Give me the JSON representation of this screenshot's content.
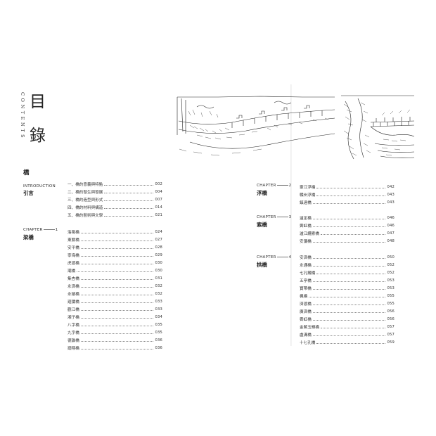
{
  "header": {
    "title_chars": [
      "目",
      "錄"
    ],
    "contents_word": "CONTENTS",
    "book_title": "橋"
  },
  "left": {
    "intro": {
      "label": "INTRODUCTION",
      "title": "引言",
      "entries": [
        {
          "title": "一、橋的意義與特點",
          "page": "002"
        },
        {
          "title": "二、橋的發生與發展",
          "page": "004"
        },
        {
          "title": "三、橋的造型與形式",
          "page": "007"
        },
        {
          "title": "四、橋的材料與構造",
          "page": "014"
        },
        {
          "title": "五、橋的藝術與文學",
          "page": "021"
        }
      ]
    },
    "chapter1": {
      "label_prefix": "CHAPTER",
      "label_num": "1",
      "title": "梁橋",
      "entries": [
        {
          "title": "洛陽橋",
          "page": "024"
        },
        {
          "title": "東關橋",
          "page": "027"
        },
        {
          "title": "安平橋",
          "page": "028"
        },
        {
          "title": "寧海橋",
          "page": "029"
        },
        {
          "title": "虎渡橋",
          "page": "030"
        },
        {
          "title": "灞橋",
          "page": "030"
        },
        {
          "title": "集杏橋",
          "page": "031"
        },
        {
          "title": "永濟橋",
          "page": "032"
        },
        {
          "title": "永鎮橋",
          "page": "032"
        },
        {
          "title": "廻瀾橋",
          "page": "033"
        },
        {
          "title": "觀江橋",
          "page": "033"
        },
        {
          "title": "湘子橋",
          "page": "034"
        },
        {
          "title": "八字橋",
          "page": "035"
        },
        {
          "title": "九字橋",
          "page": "035"
        },
        {
          "title": "德瀛橋",
          "page": "036"
        },
        {
          "title": "廻翔橋",
          "page": "036"
        }
      ]
    }
  },
  "right": {
    "chapter2": {
      "label_prefix": "CHAPTER",
      "label_num": "2",
      "title": "浮橋",
      "entries": [
        {
          "title": "靈江浮橋",
          "page": "042"
        },
        {
          "title": "贛州浮橋",
          "page": "043"
        },
        {
          "title": "鎮遠橋",
          "page": "043"
        }
      ]
    },
    "chapter3": {
      "label_prefix": "CHAPTER",
      "label_num": "3",
      "title": "索橋",
      "entries": [
        {
          "title": "瀘定橋",
          "page": "046"
        },
        {
          "title": "霽虹橋",
          "page": "046"
        },
        {
          "title": "瀘江纜索橋",
          "page": "047"
        },
        {
          "title": "安瀾橋",
          "page": "048"
        }
      ]
    },
    "chapter4": {
      "label_prefix": "CHAPTER",
      "label_num": "4",
      "title": "拱橋",
      "entries": [
        {
          "title": "安濟橋",
          "page": "050"
        },
        {
          "title": "永通橋",
          "page": "052"
        },
        {
          "title": "七孔鐵橋",
          "page": "052"
        },
        {
          "title": "五亭橋",
          "page": "053"
        },
        {
          "title": "寶帶橋",
          "page": "053"
        },
        {
          "title": "楓橋",
          "page": "055"
        },
        {
          "title": "濟渡橋",
          "page": "055"
        },
        {
          "title": "廣濟橋",
          "page": "056"
        },
        {
          "title": "霽虹橋",
          "page": "056"
        },
        {
          "title": "金鰲玉蝀橋",
          "page": "057"
        },
        {
          "title": "盧溝橋",
          "page": "057"
        },
        {
          "title": "十七孔橋",
          "page": "059"
        }
      ]
    }
  }
}
